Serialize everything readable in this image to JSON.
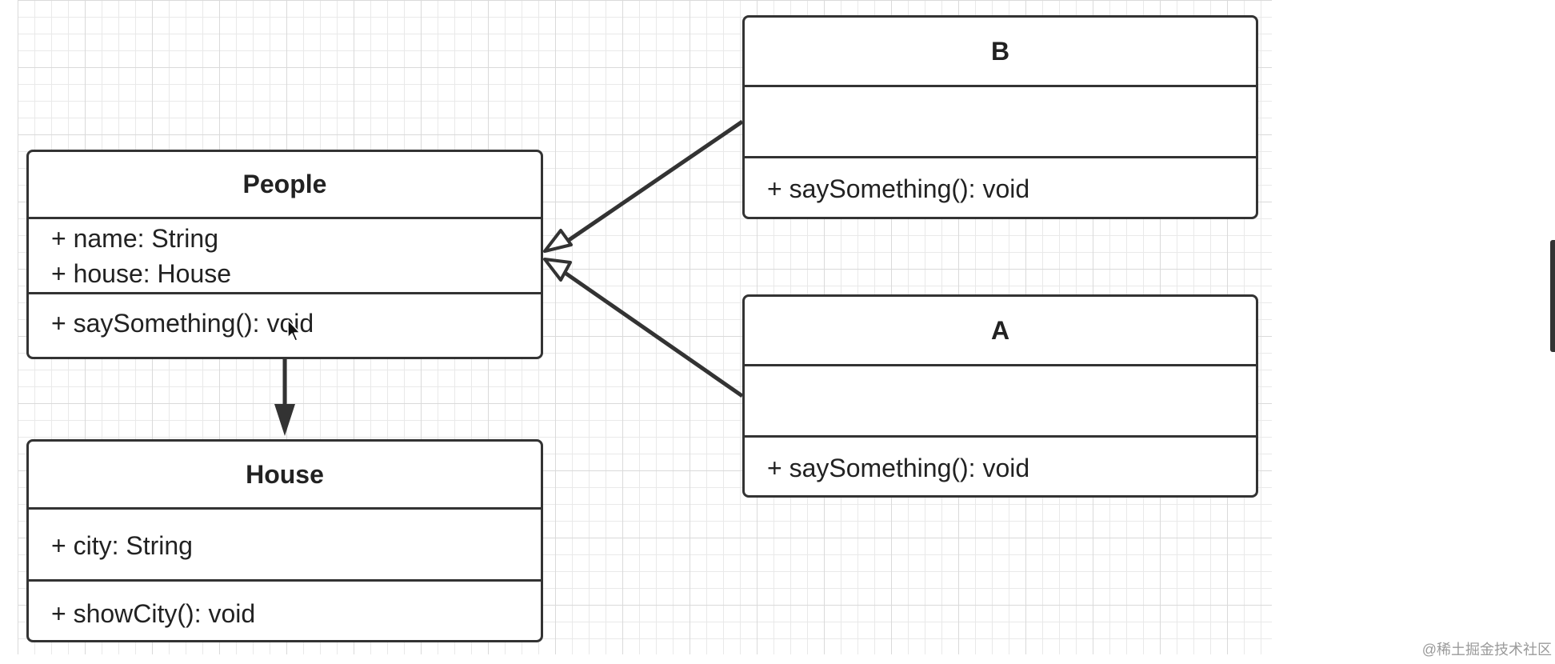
{
  "classes": {
    "people": {
      "name": "People",
      "attributes": [
        "+ name: String",
        "+ house: House"
      ],
      "methods": [
        "+ saySomething(): void"
      ]
    },
    "house": {
      "name": "House",
      "attributes": [
        "+ city: String"
      ],
      "methods": [
        "+ showCity(): void"
      ]
    },
    "b": {
      "name": "B",
      "attributes": [],
      "methods": [
        "+ saySomething(): void"
      ]
    },
    "a": {
      "name": "A",
      "attributes": [],
      "methods": [
        "+ saySomething(): void"
      ]
    }
  },
  "relations": [
    {
      "from": "B",
      "to": "People",
      "type": "generalization"
    },
    {
      "from": "A",
      "to": "People",
      "type": "generalization"
    },
    {
      "from": "People",
      "to": "House",
      "type": "association"
    }
  ],
  "watermark": "@稀土掘金技术社区",
  "colors": {
    "border": "#333333",
    "grid": "#e9e9e9",
    "background": "#ffffff"
  }
}
